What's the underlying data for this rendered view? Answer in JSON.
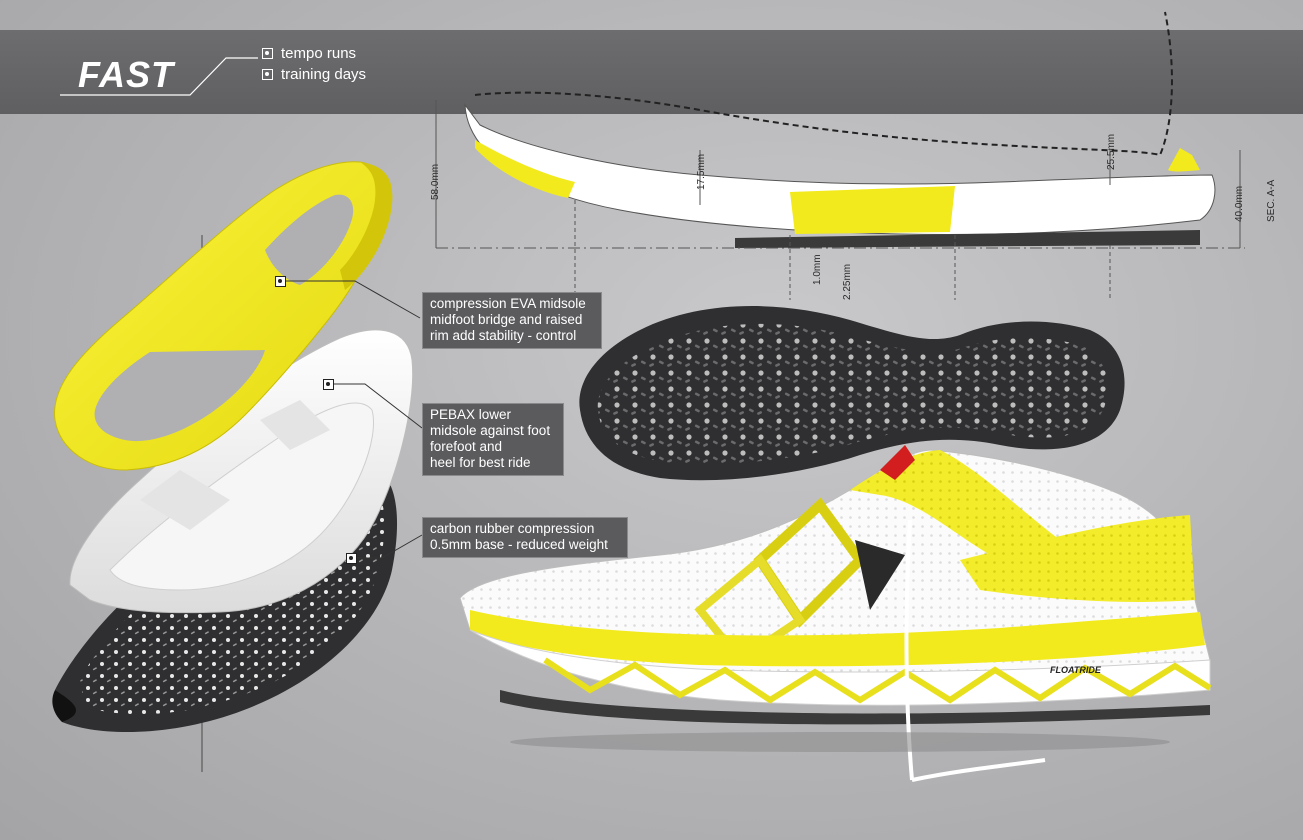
{
  "header": {
    "title": "FAST",
    "tags": [
      {
        "label": "tempo runs",
        "icon": "target-icon"
      },
      {
        "label": "training days",
        "icon": "target-icon"
      }
    ]
  },
  "callouts": [
    {
      "id": "eva",
      "lines": [
        "compression EVA midsole",
        "midfoot bridge and raised",
        "rim add stability - control"
      ]
    },
    {
      "id": "pebax",
      "lines": [
        "PEBAX lower",
        "midsole against foot",
        "forefoot and",
        "heel for best ride"
      ]
    },
    {
      "id": "rubber",
      "lines": [
        "carbon rubber compression",
        "0.5mm base - reduced weight"
      ]
    }
  ],
  "section": {
    "label": "SEC. A-A",
    "dimensions": {
      "heel_height": "58.0mm",
      "midfoot": "17.5mm",
      "forefoot_top": "25.5mm",
      "forefoot_height": "40.0mm",
      "outsole": "1.0mm",
      "base": "2.25mm"
    }
  },
  "shoe": {
    "brand_label": "FLOATRIDE"
  },
  "colors": {
    "background": "#b8b8ba",
    "band": "#636365",
    "accent_yellow": "#f2ea1c",
    "outsole_dark": "#2f2f31",
    "callout_bg": "#5b5b5e"
  }
}
